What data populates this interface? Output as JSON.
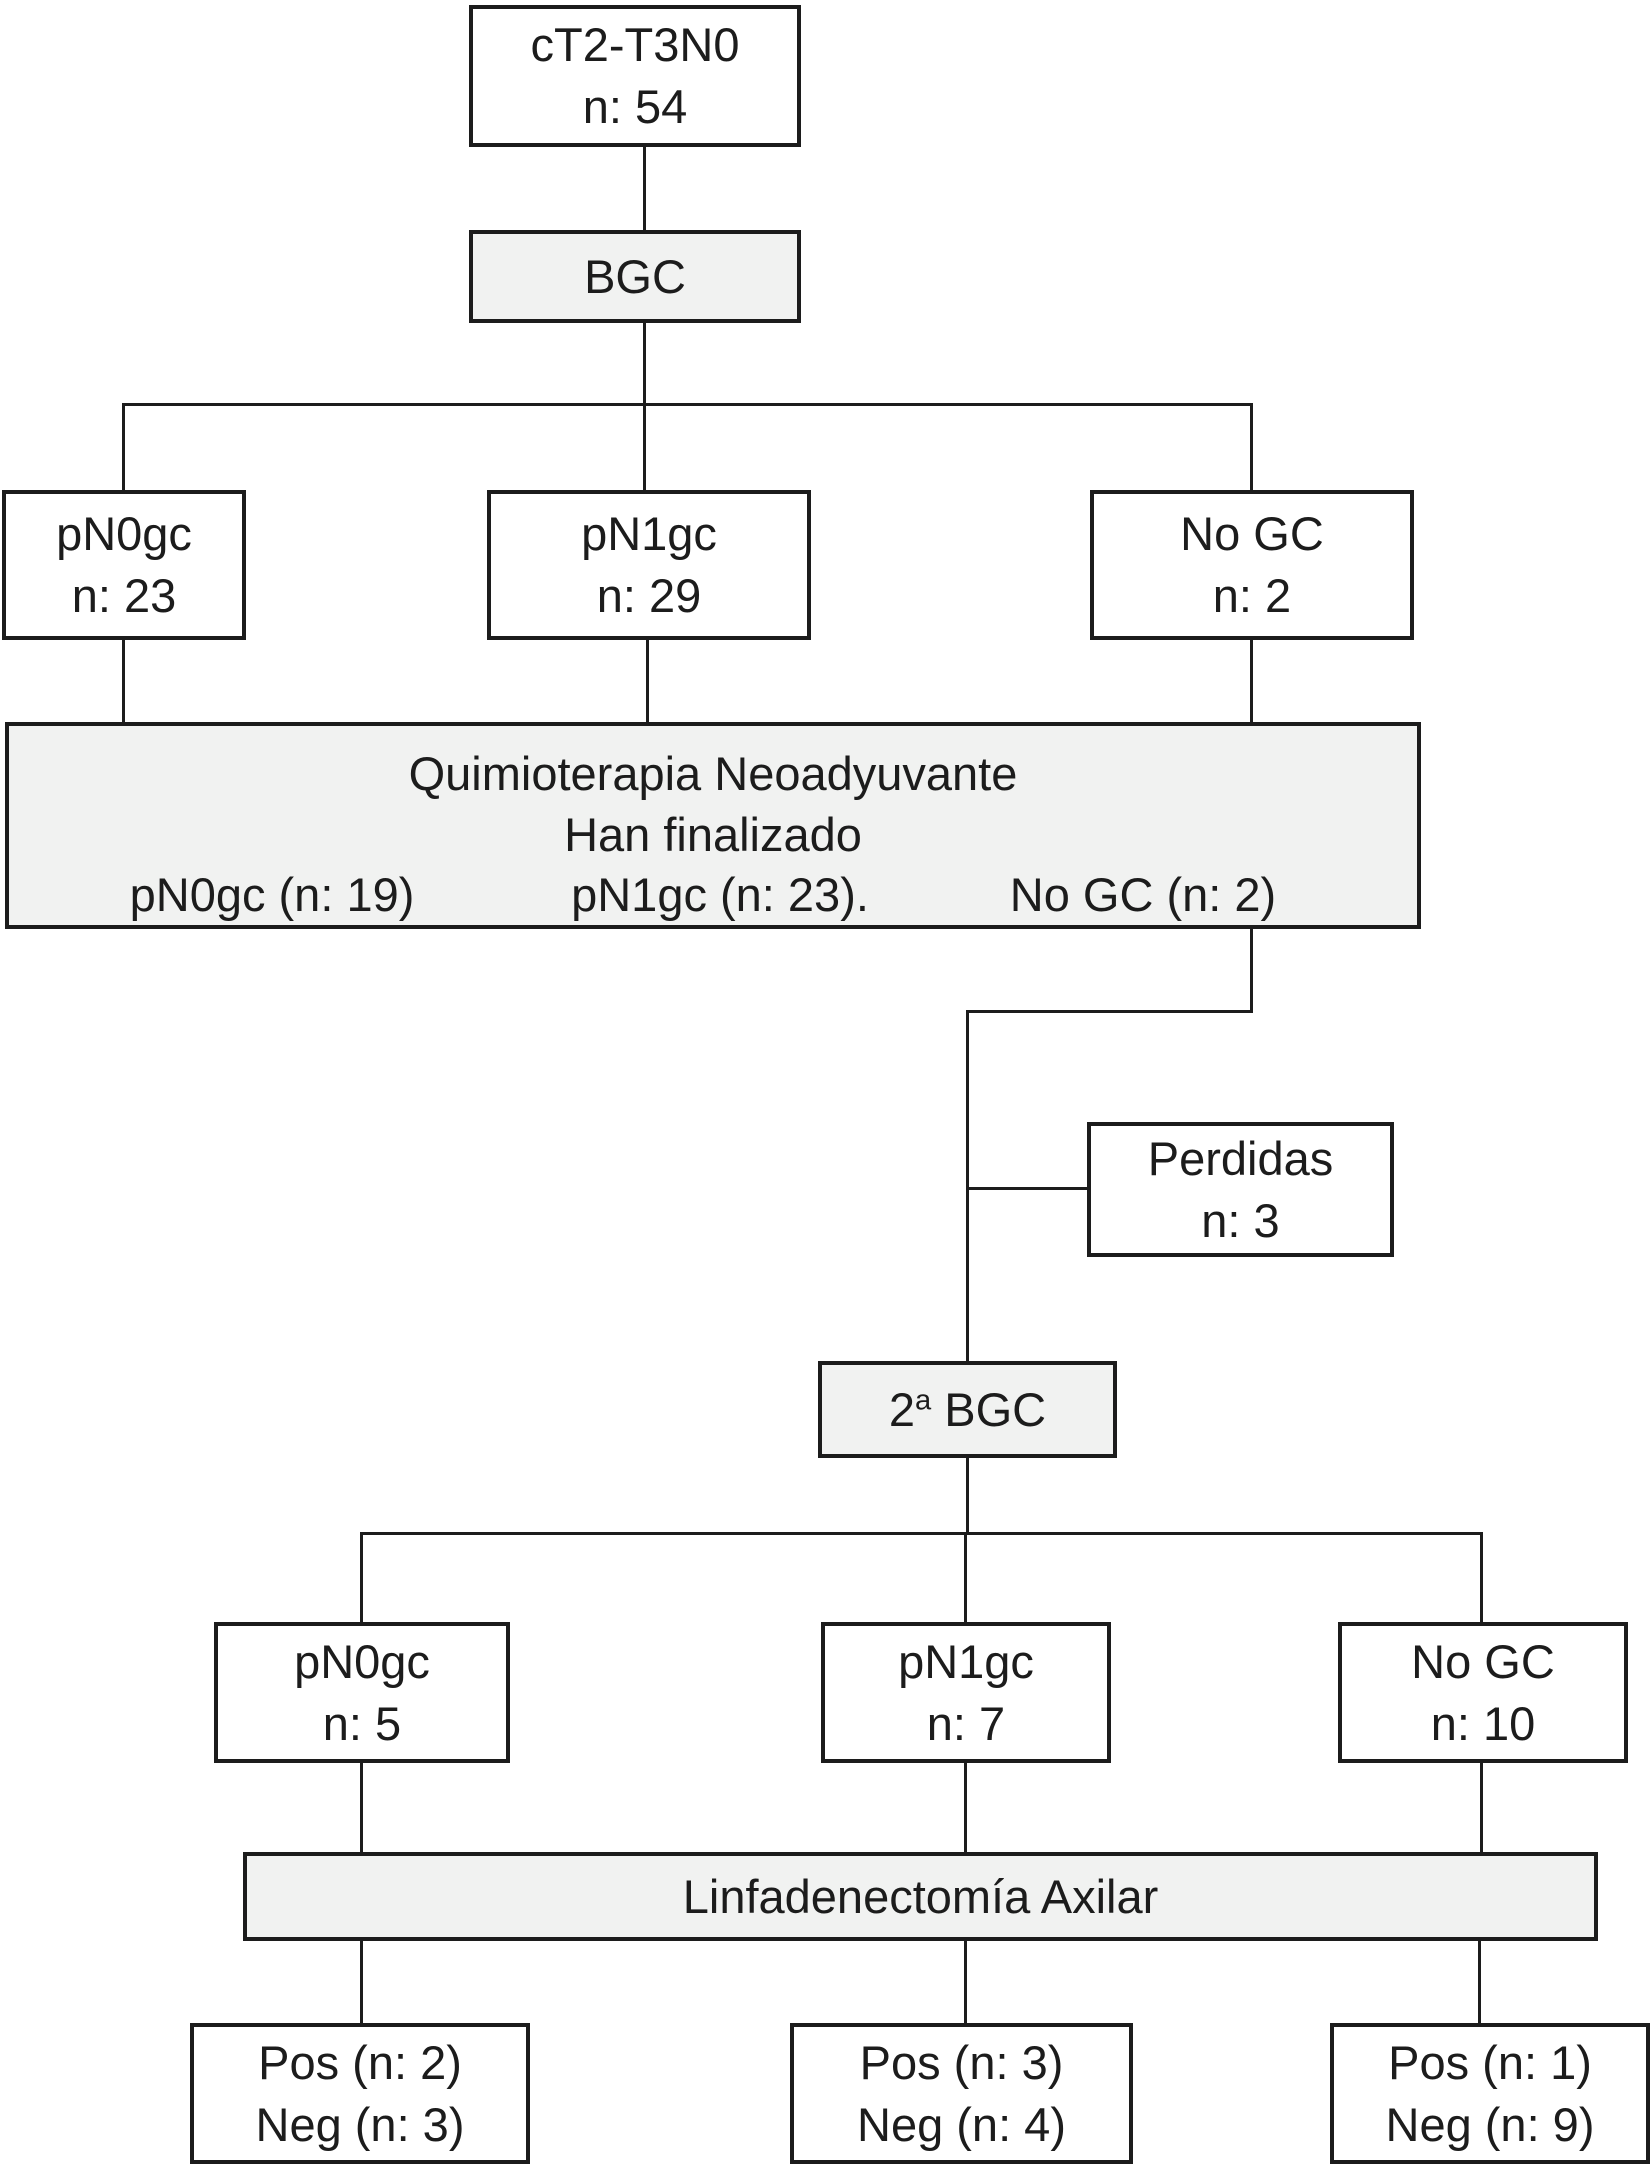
{
  "figure": {
    "type": "flowchart",
    "language": "Spanish",
    "background_color": "#ffffff",
    "line_color": "#1c1c1c",
    "shaded_box_fill": "#f1f2f1",
    "plain_box_fill": "#ffffff",
    "text_color": "#1c1c1c"
  },
  "nodes": {
    "root": {
      "line1": "cT2-T3N0",
      "line2": "n: 54"
    },
    "bgc": {
      "label": "BGC"
    },
    "tier1": [
      {
        "line1": "pN0gc",
        "line2": "n: 23"
      },
      {
        "line1": "pN1gc",
        "line2": "n: 29"
      },
      {
        "line1": "No GC",
        "line2": "n: 2"
      }
    ],
    "chemo": {
      "title1": "Quimioterapia Neoadyuvante",
      "title2": "Han finalizado",
      "items": [
        "pN0gc (n: 19)",
        "pN1gc (n: 23).",
        "No GC (n: 2)"
      ]
    },
    "perdidas": {
      "line1": "Perdidas",
      "line2": "n: 3"
    },
    "bgc2": {
      "base": "2",
      "sup": "a",
      "rest": " BGC"
    },
    "tier2": [
      {
        "line1": "pN0gc",
        "line2": "n: 5"
      },
      {
        "line1": "pN1gc",
        "line2": "n: 7"
      },
      {
        "line1": "No GC",
        "line2": "n: 10"
      }
    ],
    "linf": {
      "label": "Linfadenectomía Axilar"
    },
    "results": [
      {
        "line1": "Pos (n: 2)",
        "line2": "Neg (n: 3)"
      },
      {
        "line1": "Pos (n: 3)",
        "line2": "Neg (n: 4)"
      },
      {
        "line1": "Pos (n: 1)",
        "line2": "Neg (n: 9)"
      }
    ]
  }
}
